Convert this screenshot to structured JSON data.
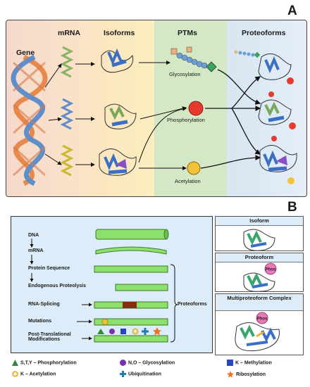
{
  "panel_a": {
    "letter": "A",
    "headers": {
      "gene": "Gene",
      "mrna": "mRNA",
      "isoforms": "Isoforms",
      "ptms": "PTMs",
      "proteoforms": "Proteoforms"
    },
    "ptm_labels": [
      "Glycosylation",
      "Phosphorylation",
      "Acetylation"
    ]
  },
  "panel_b": {
    "letter": "B",
    "steps": [
      "DNA",
      "mRNA",
      "Protein Sequence",
      "Endogenous Proteolysis",
      "RNA-Splicing",
      "Mutations",
      "Post-Translational Modifications"
    ],
    "proteoforms_label": "Proteoforms",
    "side_boxes": {
      "isoform": "Isoform",
      "proteoform": "Proteoform",
      "complex": "Multiproteoform Complex"
    },
    "phos_tag": "Phos",
    "legend": [
      {
        "symbol": "green-triangle",
        "color": "#2e8b3a",
        "label": "S,T,Y – Phosphorylation"
      },
      {
        "symbol": "purple-circle",
        "color": "#7a2fb3",
        "label": "N,O – Glycosylation"
      },
      {
        "symbol": "blue-square",
        "color": "#2a44c8",
        "label": "K – Methylation"
      },
      {
        "symbol": "yellow-ring",
        "color": "#e8b531",
        "label": "K – Acetylation"
      },
      {
        "symbol": "teal-cross",
        "color": "#1e7fa8",
        "label": "Ubiquitination"
      },
      {
        "symbol": "orange-star",
        "color": "#f07020",
        "label": "Ribosylation"
      }
    ]
  }
}
